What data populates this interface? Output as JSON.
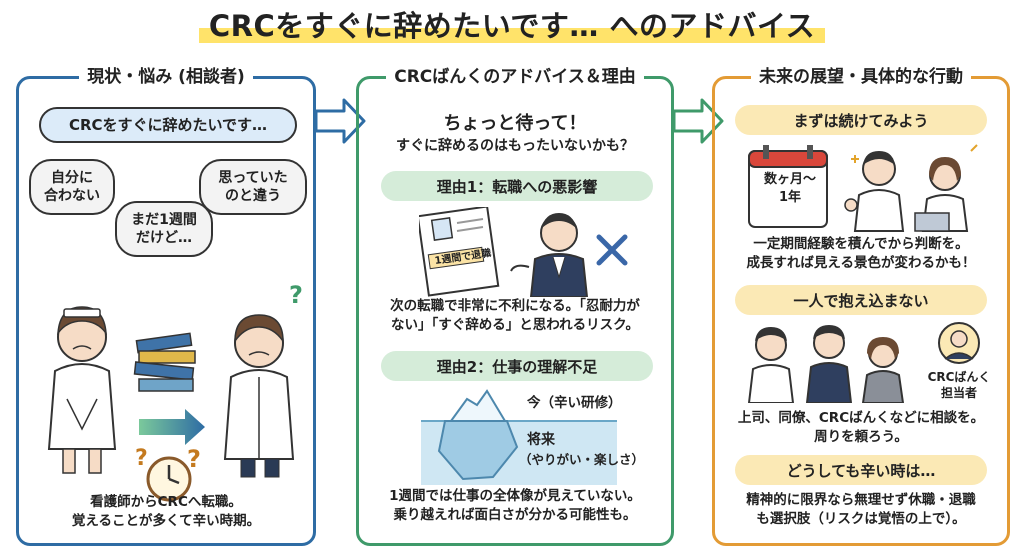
{
  "title": "CRCをすぐに辞めたいです… へのアドバイス",
  "panels": {
    "left": {
      "heading": "現状・悩み (相談者)",
      "bubble_main": "CRCをすぐに辞めたいです…",
      "bubble_a": "自分に\n合わない",
      "bubble_b": "思っていた\nのと違う",
      "bubble_c": "まだ1週間\nだけど…",
      "caption": "看護師からCRCへ転職。\n覚えることが多くて辛い時期。"
    },
    "middle": {
      "heading": "CRCばんくのアドバイス＆理由",
      "title": "ちょっと待って！",
      "subtitle": "すぐに辞めるのはもったいないかも？",
      "reason1": {
        "label": "理由1：転職への悪影響",
        "resume_text": "1週間で退職",
        "caption": "次の転職で非常に不利になる。「忍耐力が\nない」「すぐ辞める」と思われるリスク。"
      },
      "reason2": {
        "label": "理由2：仕事の理解不足",
        "now_label": "今（辛い研修）",
        "future_label": "将来",
        "future_sub": "（やりがい・楽しさ）",
        "caption": "1週間では仕事の全体像が見えていない。\n乗り越えれば面白さが分かる可能性も。"
      }
    },
    "right": {
      "heading": "未来の展望・具体的な行動",
      "step1": {
        "label": "まずは続けてみよう",
        "calendar_text": "数ヶ月～\n1年",
        "caption": "一定期間経験を積んでから判断を。\n成長すれば見える景色が変わるかも！"
      },
      "step2": {
        "label": "一人で抱え込まない",
        "badge": "CRCばんく\n担当者",
        "caption": "上司、同僚、CRCばんくなどに相談を。\n周りを頼ろう。"
      },
      "step3": {
        "label": "どうしても辛い時は…",
        "caption": "精神的に限界なら無理せず休職・退職\nも選択肢（リスクは覚悟の上で）。"
      }
    }
  },
  "colors": {
    "left_border": "#2e6ca4",
    "mid_border": "#3f9a6a",
    "right_border": "#e39b35",
    "title_highlight": "#ffe36a"
  }
}
